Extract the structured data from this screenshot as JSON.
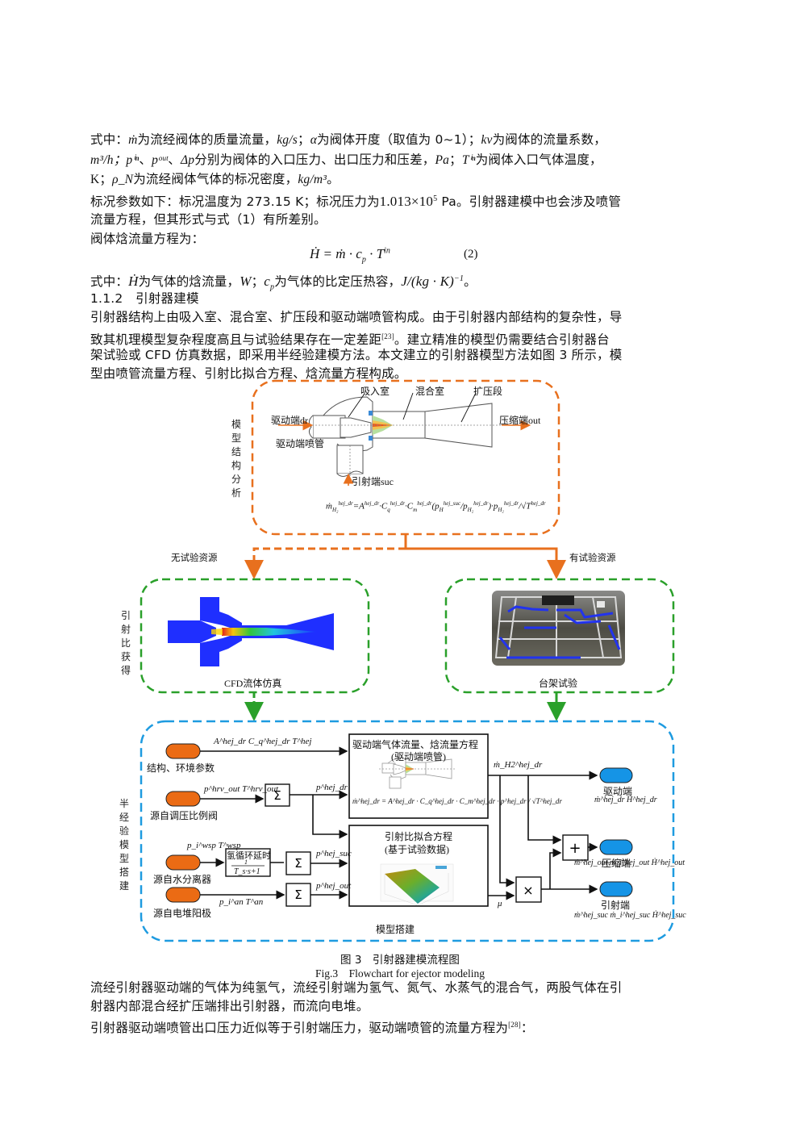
{
  "paragraphs": {
    "p1_line1": [
      "式中：",
      "ṁ",
      "为流经阀体的质量流量，",
      "kg/s",
      "；",
      "α",
      "为阀体开度（取值为 0~1）；",
      "kv",
      "为阀体的流量系数，"
    ],
    "p1_line2": [
      "m³/h；",
      "pⁱⁿ",
      "、",
      "pᵒᵘᵗ",
      "、",
      "Δp",
      "分别为阀体的入口压力、出口压力和压差，",
      "Pa",
      "；",
      "Tⁱⁿ",
      "为阀体入口气体温度，"
    ],
    "p1_line3": [
      "K；",
      "ρ_N",
      "为流经阀体气体的标况密度，",
      "kg/m³",
      "。"
    ],
    "p2_line1_a": "标况参数如下：标况温度为 273.15 K；标况压力为",
    "p2_line1_value": "1.013",
    "p2_line1_times": "×10",
    "p2_line1_exp": "5",
    "p2_line1_b": " Pa。引射器建模中也会涉及喷管",
    "p2_line2": "流量方程，但其形式与式（1）有所差别。",
    "p3_line1": "阀体焓流量方程为：",
    "equation_lhs": "Ḣ = ṁ · c",
    "equation_sub": "p",
    "equation_rhs": " · T",
    "equation_sup": "in",
    "equation_number": "(2)",
    "p4_line1_a": "式中：",
    "p4_line1_H": "Ḣ",
    "p4_line1_b": "为气体的焓流量，",
    "p4_line1_W": "W",
    "p4_line1_c": "；",
    "p4_line1_cp": "c",
    "p4_line1_cp_sub": "p",
    "p4_line1_d": "为气体的比定压热容，",
    "p4_line1_unit": "J/(kg · K)",
    "p4_line1_unit_sup": "−1",
    "p4_line1_e": "。",
    "section_heading": "1.1.2　引射器建模",
    "p5_line1": "引射器结构上由吸入室、混合室、扩压段和驱动端喷管构成。由于引射器内部结构的复杂性，导",
    "p5_line2_a": "致其机理模型复杂程度高且与试验结果存在一定差距",
    "p5_line2_ref": "[23]",
    "p5_line2_b": "。建立精准的模型仍需要结合引射器台",
    "p5_line3": "架试验或 CFD 仿真数据，即采用半经验建模方法。本文建立的引射器模型方法如图 3 所示，模",
    "p5_line4": "型由喷管流量方程、引射比拟合方程、焓流量方程构成。",
    "p6_line1": "流经引射器驱动端的气体为纯氢气，流经引射端为氢气、氮气、水蒸气的混合气，两股气体在引",
    "p6_line2": "射器内部混合经扩压端排出引射器，而流向电堆。",
    "p7_line1_a": "引射器驱动端喷管出口压力近似等于引射端压力，驱动端喷管的流量方程为",
    "p7_line1_ref": "[28]",
    "p7_line1_b": "："
  },
  "figure": {
    "caption_cn": "图 3　引射器建模流程图",
    "caption_en": "Fig.3　Flowchart for ejector modeling",
    "colors": {
      "orange": "#E8701E",
      "green": "#2AA02A",
      "blue": "#1E9BE0",
      "terminal_orange": "#EB6B14",
      "terminal_blue": "#1594E6"
    },
    "stage1": {
      "side_label": "模型结构分析",
      "labels": {
        "suction_chamber": "吸入室",
        "mixing_chamber": "混合室",
        "diffuser": "扩压段",
        "drive_inlet": "驱动端dr",
        "drive_nozzle": "驱动端喷管",
        "outlet": "压缩端out",
        "suction_inlet": "引射端suc"
      },
      "formula": "ṁ_H2^hej_dr = A^hej_dr · C_q^hej_dr · C_m^hej_dr (p_H^hej_suc / p_H2^hej_dr) · p_H2^hej_dr / √T^hej_dr"
    },
    "branch_labels": {
      "no_test": "无试验资源",
      "has_test": "有试验资源"
    },
    "stage2": {
      "side_label": "引射比获得",
      "cfd_label": "CFD流体仿真",
      "bench_label": "台架试验"
    },
    "stage3": {
      "side_label": "半经验模型搭建",
      "bottom_label": "模型搭建",
      "inputs": [
        {
          "label": "结构、环境参数",
          "signals": "A^hej_dr  C_q^hej_dr  T^hej"
        },
        {
          "label": "源自调压比例阀",
          "signals": "p^hrv_out  T^hrv_out"
        },
        {
          "label": "源自水分离器",
          "signals": "p_i^wsp  T^wsp"
        },
        {
          "label": "源自电堆阳极",
          "signals": "p_i^an  T^an"
        }
      ],
      "delay_block": {
        "title": "氢循环延时",
        "numerator": "1",
        "denominator": "T_s·s+1"
      },
      "sum_symbol": "Σ",
      "plus_symbol": "+",
      "times_symbol": "×",
      "sum_outputs": [
        "p^hej_dr",
        "p^hej_suc",
        "p^hej_out"
      ],
      "block_drive": {
        "title": "驱动端气体流量、焓流量方程",
        "subtitle": "(驱动端喷管)",
        "formula": "ṁ^hej_dr = A^hej_dr · C_q^hej_dr · C_m^hej_dr · p^hej_dr / √T^hej_dr"
      },
      "block_ratio": {
        "title": "引射比拟合方程",
        "subtitle": "(基于试验数据)"
      },
      "mid_signals": {
        "drive_flow": "ṁ_H2^hej_dr",
        "mu": "μ"
      },
      "outputs": [
        {
          "label": "驱动端",
          "signals": "ṁ^hej_dr   Ḣ^hej_dr"
        },
        {
          "label": "压缩端",
          "signals": "ṁ^hej_out  ṁ_i^hej_out  Ḣ^hej_out"
        },
        {
          "label": "引射端",
          "signals": "ṁ^hej_suc  ṁ_i^hej_suc  Ḣ^hej_suc"
        }
      ]
    }
  }
}
